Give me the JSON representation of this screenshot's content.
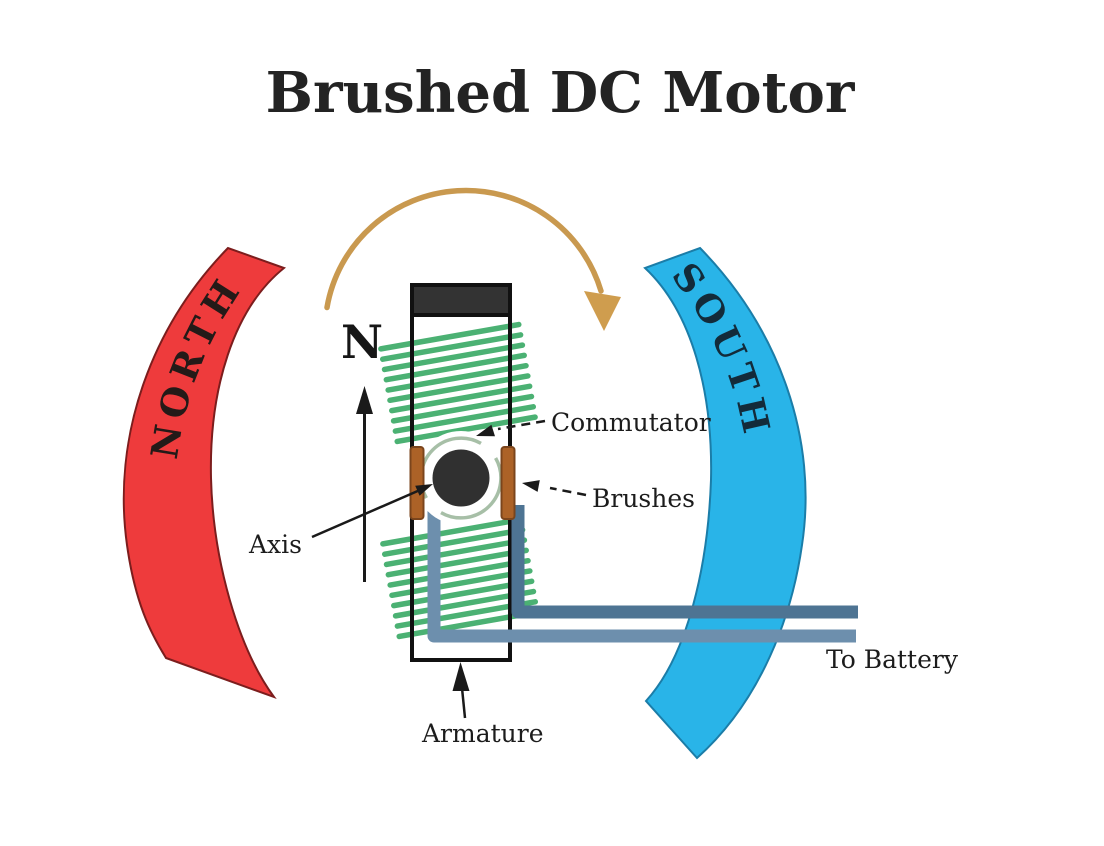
{
  "title": "Brushed DC Motor",
  "magnets": {
    "north": {
      "label": "NORTH",
      "color": "#ee3b3c"
    },
    "south": {
      "label": "SOUTH",
      "color": "#29b4e8"
    }
  },
  "annotations": {
    "pole_n": "N",
    "axis": "Axis",
    "commutator": "Commutator",
    "brushes": "Brushes",
    "armature": "Armature",
    "to_battery": "To Battery"
  },
  "colors": {
    "rotation_arrow": "#cf9d4e",
    "coil_winding": "#4bb173",
    "brush": "#ac6227",
    "wire_upper": "#4e7493",
    "wire_lower": "#6d8fad",
    "axis_dot": "#303030",
    "commutator_ring": "#a7bfa7",
    "armature_cap": "#333333"
  }
}
